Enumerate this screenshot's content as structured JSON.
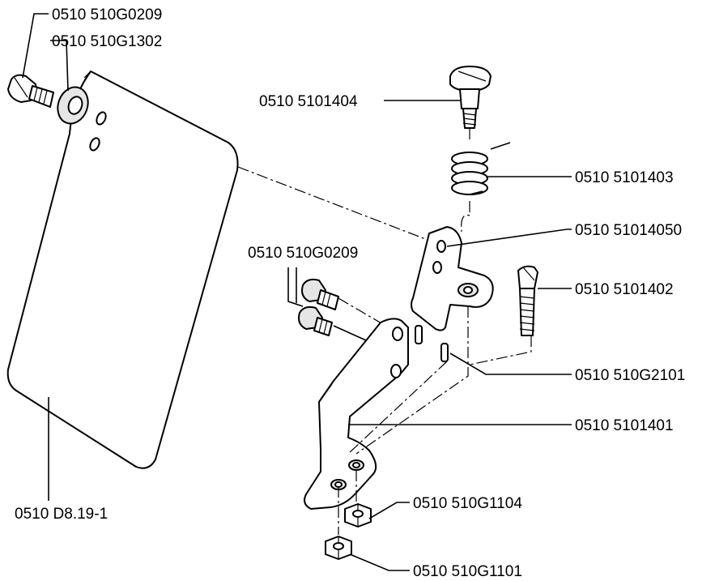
{
  "labels": {
    "screw_plate": "0510 510G0209",
    "washer": "0510 510G1302",
    "stud": "0510 5101404",
    "spring": "0510 5101403",
    "bracket": "0510 51014050",
    "screws_lever": "0510 510G0209",
    "threaded_pin": "0510 5101402",
    "dowel_pins": "0510 510G2101",
    "lever": "0510 5101401",
    "nut_upper": "0510 510G1104",
    "nut_lower": "0510 510G1101",
    "plate": "0510 D8.19-1"
  },
  "colors": {
    "line": "#000000",
    "shade": "#e6e6e6",
    "background": "#ffffff"
  }
}
